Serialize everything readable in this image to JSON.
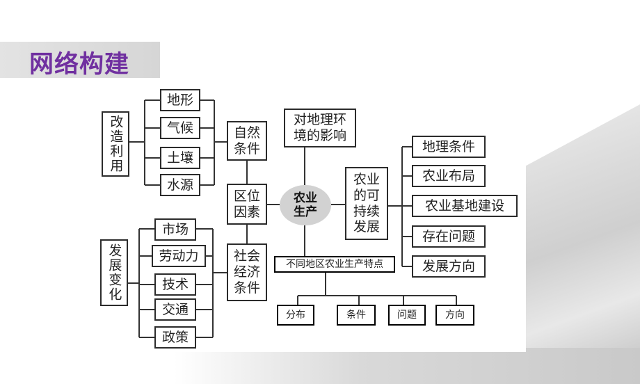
{
  "title": "网络构建",
  "center": "农业\n生产",
  "left_groups": {
    "natural": {
      "label": "改造利用",
      "items": [
        "地形",
        "气候",
        "土壤",
        "水源"
      ]
    },
    "social": {
      "label": "发展变化",
      "items": [
        "市场",
        "劳动力",
        "技术",
        "交通",
        "政策"
      ]
    }
  },
  "factor_labels": {
    "natural": "自然\n条件",
    "location": "区位\n因素",
    "social": "社会\n经济\n条件"
  },
  "impact": "对地理环\n境的影响",
  "sustainable": "农业\n的可\n持续\n发展",
  "sustainable_items": [
    "地理条件",
    "农业布局",
    "农业基地建设",
    "存在问题",
    "发展方向"
  ],
  "regional": {
    "label": "不同地区农业生产特点",
    "items": [
      "分布",
      "条件",
      "问题",
      "方向"
    ]
  }
}
